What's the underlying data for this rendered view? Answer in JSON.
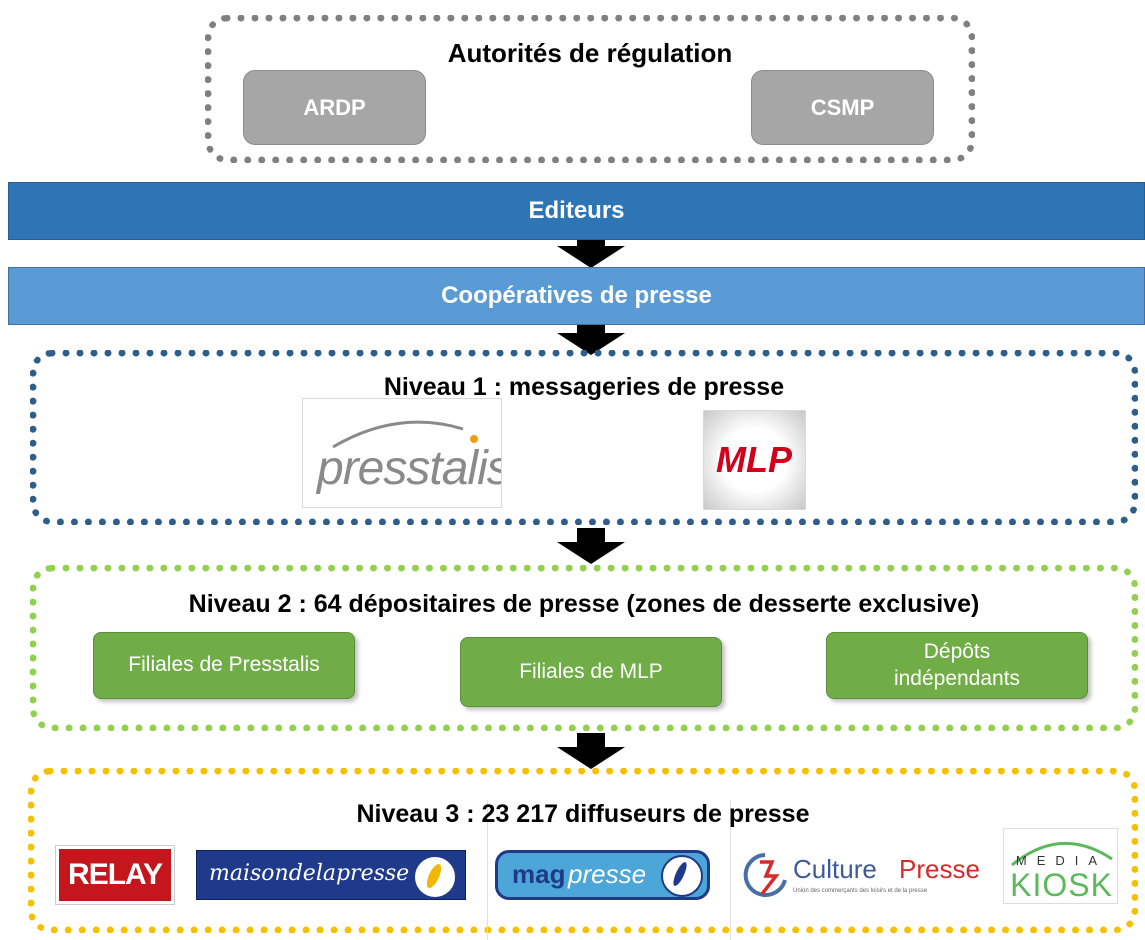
{
  "regulators": {
    "title": "Autorités de régulation",
    "ardp": "ARDP",
    "csmp": "CSMP"
  },
  "editeurs": "Editeurs",
  "cooperatives": "Coopératives de presse",
  "niveau1": {
    "title": "Niveau 1 : messageries de presse",
    "logos": {
      "presstalis": "presstalis",
      "mlp": "MLP"
    }
  },
  "niveau2": {
    "title_bold": "Niveau 2",
    "title_rest": " : 64 dépositaires de presse (zones de desserte exclusive)",
    "boxes": [
      "Filiales de Presstalis",
      "Filiales de MLP",
      "Dépôts indépendants"
    ]
  },
  "niveau3": {
    "title": "Niveau 3 : 23 217 diffuseurs de presse",
    "logos": {
      "relay": "RELAY",
      "maison": "maisondelapresse",
      "magpresse_a": "mag",
      "magpresse_b": "presse",
      "culture_a": "Culture ",
      "culture_b": "Presse",
      "culture_sub": "Union des commerçants des loisirs et de la presse",
      "media": "MEDIA",
      "kiosk": "KIOSK"
    }
  },
  "colors": {
    "editeurs_bar": "#2e75b6",
    "cooperatives_bar": "#5b9bd5",
    "gray_border": "#808080",
    "blue_border": "#2e5f8a",
    "green_border": "#92d050",
    "yellow_border": "#f5c000",
    "green_box": "#70ad47"
  }
}
